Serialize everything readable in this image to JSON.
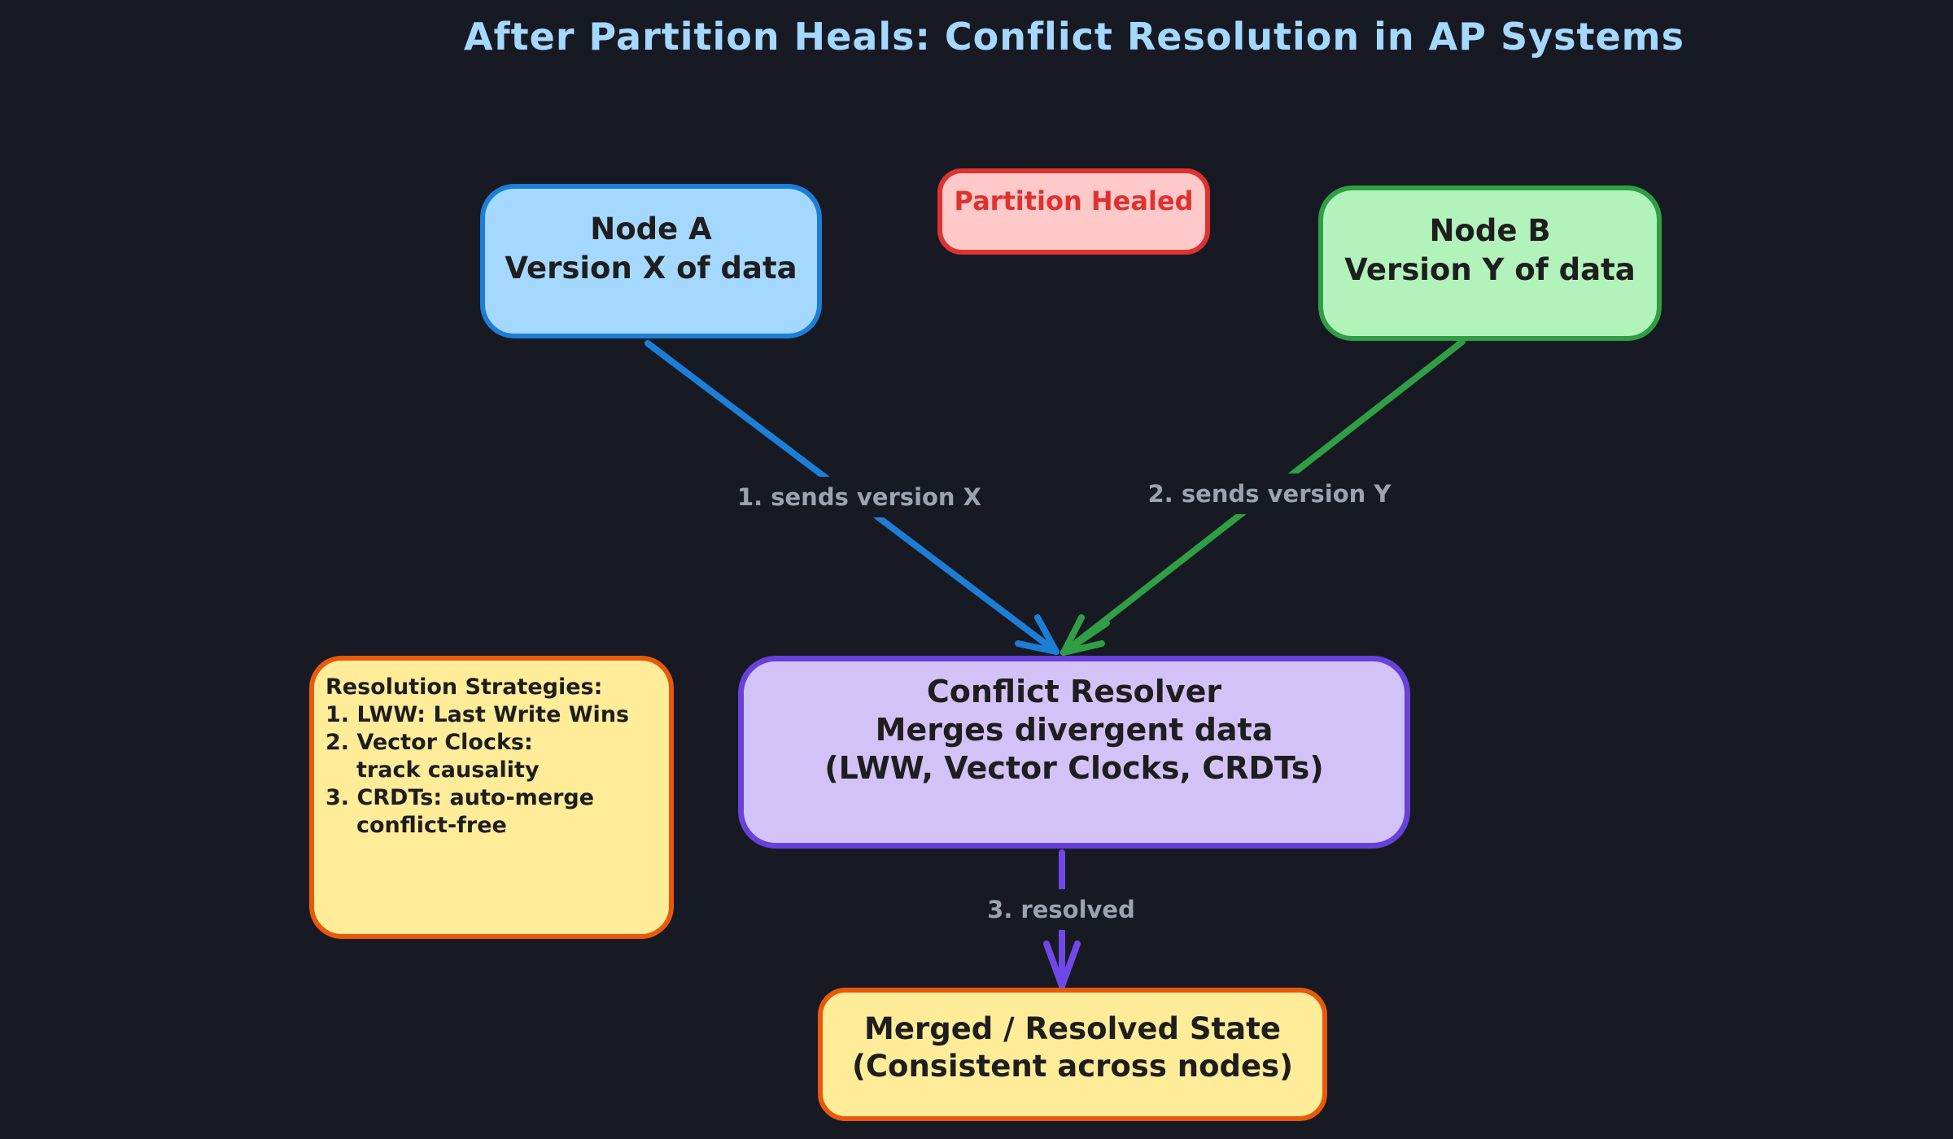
{
  "canvas": {
    "background_color": "#171a23",
    "title": "After Partition Heals: Conflict Resolution in AP Systems",
    "title_color": "#a5d8ff"
  },
  "nodes": {
    "node_a": {
      "line1": "Node A",
      "line2": "Version X of data",
      "fill": "#a5d8ff",
      "border": "#1c7ed6",
      "text_color": "#1e1e1e"
    },
    "partition_healed": {
      "label": "Partition Healed",
      "fill": "#ffc9c9",
      "border": "#e03131",
      "text_color": "#e03131"
    },
    "node_b": {
      "line1": "Node B",
      "line2": "Version Y of data",
      "fill": "#b2f2bb",
      "border": "#2f9e44",
      "text_color": "#1e1e1e"
    },
    "strategies": {
      "lines": [
        "Resolution Strategies:",
        "1. LWW: Last Write Wins",
        "2. Vector Clocks:",
        "track causality",
        "3. CRDTs: auto-merge",
        "conflict-free"
      ],
      "fill": "#ffec99",
      "border": "#e8590c",
      "text_color": "#1e1e1e"
    },
    "resolver": {
      "line1": "Conflict Resolver",
      "line2": "Merges divergent data",
      "line3": "(LWW, Vector Clocks, CRDTs)",
      "fill": "#d3c2f7",
      "border": "#6741d9",
      "text_color": "#1e1e1e"
    },
    "merged": {
      "line1": "Merged / Resolved State",
      "line2": "(Consistent across nodes)",
      "fill": "#ffec99",
      "border": "#e8590c",
      "text_color": "#1e1e1e"
    }
  },
  "edges": {
    "label_color": "#9ba3ae",
    "edge1": {
      "label": "1. sends version X",
      "color": "#1c7ed6",
      "from": "node_a",
      "to": "resolver"
    },
    "edge2": {
      "label": "2. sends version Y",
      "color": "#2f9e44",
      "from": "node_b",
      "to": "resolver"
    },
    "edge3": {
      "label": "3. resolved",
      "color": "#7048e8",
      "from": "resolver",
      "to": "merged"
    }
  }
}
